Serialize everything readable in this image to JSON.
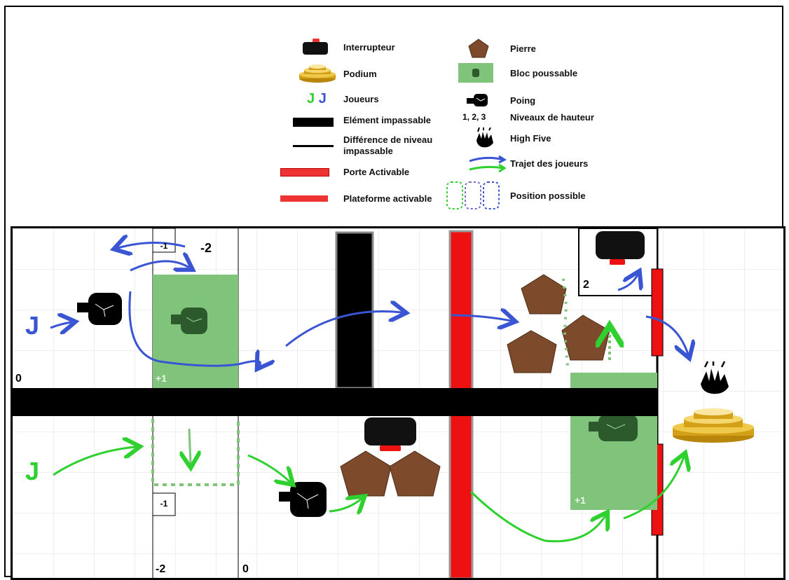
{
  "legend": {
    "left": [
      {
        "icon": "switch-icon",
        "label": "Interrupteur"
      },
      {
        "icon": "podium-icon",
        "label": "Podium"
      },
      {
        "icon": "players-icon",
        "symbol": "J J",
        "label": "Joueurs"
      },
      {
        "icon": "impassable-element-icon",
        "label": "Elément impassable"
      },
      {
        "icon": "level-difference-line-icon",
        "label": "Différence de niveau\nimpassable"
      },
      {
        "icon": "activable-door-icon",
        "label": "Porte Activable"
      },
      {
        "icon": "activable-platform-icon",
        "label": "Plateforme activable"
      }
    ],
    "right": [
      {
        "icon": "stone-icon",
        "label": "Pierre"
      },
      {
        "icon": "pushable-block-icon",
        "label": "Bloc poussable"
      },
      {
        "icon": "fist-icon",
        "label": "Poing"
      },
      {
        "icon": "height-levels-icon",
        "symbol": "1, 2, 3",
        "label": "Niveaux de hauteur"
      },
      {
        "icon": "high-five-icon",
        "label": "High Five"
      },
      {
        "icon": "player-path-icon",
        "label": "Trajet des joueurs"
      },
      {
        "icon": "possible-position-icon",
        "label": "Position possible"
      }
    ]
  },
  "map": {
    "players": {
      "blue": "J",
      "green": "J"
    },
    "levels": {
      "top_left_zero": "0",
      "top_minus_one": "-1",
      "top_minus_two": "-2",
      "top_block_plus_one": "+1",
      "switch_box_two": "2",
      "bottom_minus_one": "-1",
      "bottom_minus_two": "-2",
      "bottom_zero": "0",
      "bottom_block_plus_one": "+1"
    }
  },
  "colors": {
    "blue_player": "#3a55d4",
    "green_player": "#2fd12f",
    "door_red": "#ee1111",
    "block_green": "#7fc47a",
    "stone_brown": "#7d4a2c",
    "gold": "#d4a017",
    "dark": "#000000"
  }
}
